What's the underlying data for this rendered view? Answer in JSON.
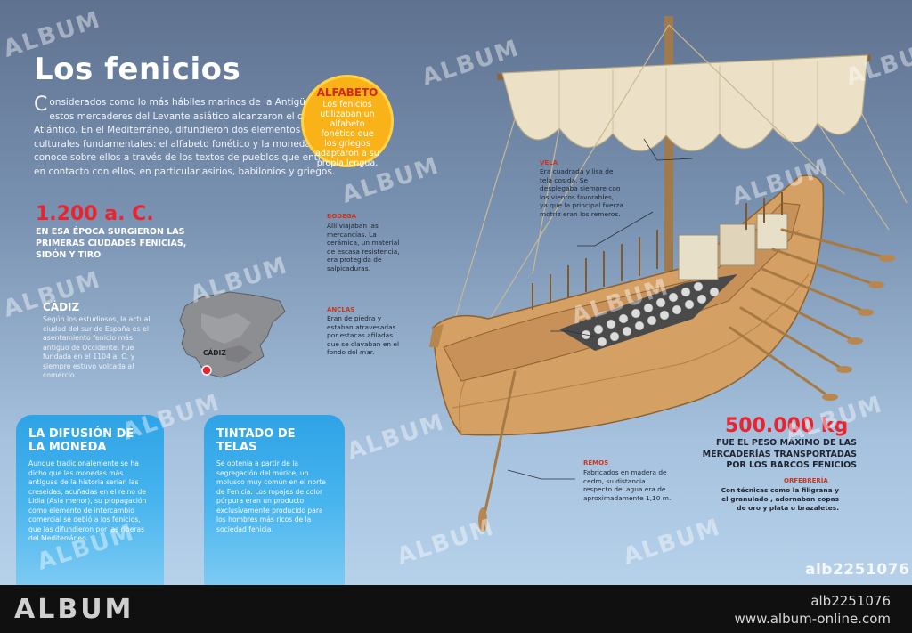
{
  "title": "Los fenicios",
  "intro": {
    "drop_cap": "C",
    "text": "onsiderados como lo más hábiles marinos de la Antigüedad, estos mercaderes del Levante asiático alcanzaron el océano Atlántico. En el Mediterráneo, difundieron dos elementos culturales fundamentales: el alfabeto fonético y la moneda. Se conoce sobre ellos a través de los textos de pueblos que entraron en contacto con ellos, en particular asirios, babilonios y griegos."
  },
  "stat_founding": {
    "value": "1.200 a. C.",
    "description": "En esa época surgieron las primeras ciudades fenicias, Sidón y Tiro"
  },
  "cadiz": {
    "title": "CÁDIZ",
    "text": "Según los estudiosos, la actual ciudad del sur de España es el asentamiento fenicio más antiguo de Occidente. Fue fundada en el 1104 a. C. y siempre estuvo volcada al comercio.",
    "map_label": "CÁDIZ",
    "marker_color": "#e8252f"
  },
  "cards": {
    "moneda": {
      "title": "La difusión de la moneda",
      "text": "Aunque tradicionalemente se ha dicho que las monedas más antiguas de la historia serían las creseidas, acuñadas en el reino de Lidia (Asia menor), su propagación como elemento de intercambio comercial se debió a los fenicios, que las difundieron por las riberas del Mediterráneo."
    },
    "telas": {
      "title": "Tintado de telas",
      "text": "Se obtenía a partir de la segregación del múrice, un molusco muy común en el norte de Fenicia. Los ropajes de color púrpura eran un producto exclusivamente producido para los hombres más ricos de la sociedad fenicia."
    }
  },
  "alfabeto": {
    "title": "ALFABETO",
    "text": "Los fenicios utilizaban un alfabeto fonético que los griegos adaptaron a su propia lengua."
  },
  "labels": {
    "vela": {
      "title": "VELA",
      "text": "Era cuadrada y lisa de tela cosida. Se desplegaba siempre con los vientos favorables, ya que la principal fuerza motriz eran los remeros."
    },
    "bodega": {
      "title": "BODEGA",
      "text": "Allí viajaban las mercancías. La cerámica, un material de escasa resistencia, era protegida de salpicaduras."
    },
    "anclas": {
      "title": "ANCLAS",
      "text": "Eran de piedra y estaban atravesadas por estacas afiladas que se clavaban en el fondo del mar."
    },
    "remos": {
      "title": "REMOS",
      "text": "Fabricados en madera de cedro, su distancia respecto del agua era de aproximadamente  1,10 m."
    }
  },
  "stat_cargo": {
    "value": "500.000 kg",
    "description": "Fue el peso máximo de las mercaderías transportadas por los barcos fenicios"
  },
  "orfebreria": {
    "title": "ORFEBRERÍA",
    "text": "Con técnicas como la filigrana  y el granulado , adornaban copas de oro y plata o brazaletes."
  },
  "watermark": "ALBUM",
  "image_id": "alb2251076",
  "footer": {
    "logo": "ALBUM",
    "id": "alb2251076",
    "url": "www.album-online.com"
  },
  "colors": {
    "accent_red": "#e8252f",
    "card_blue": "#2fa3e6",
    "badge_yellow": "#f9b318"
  }
}
